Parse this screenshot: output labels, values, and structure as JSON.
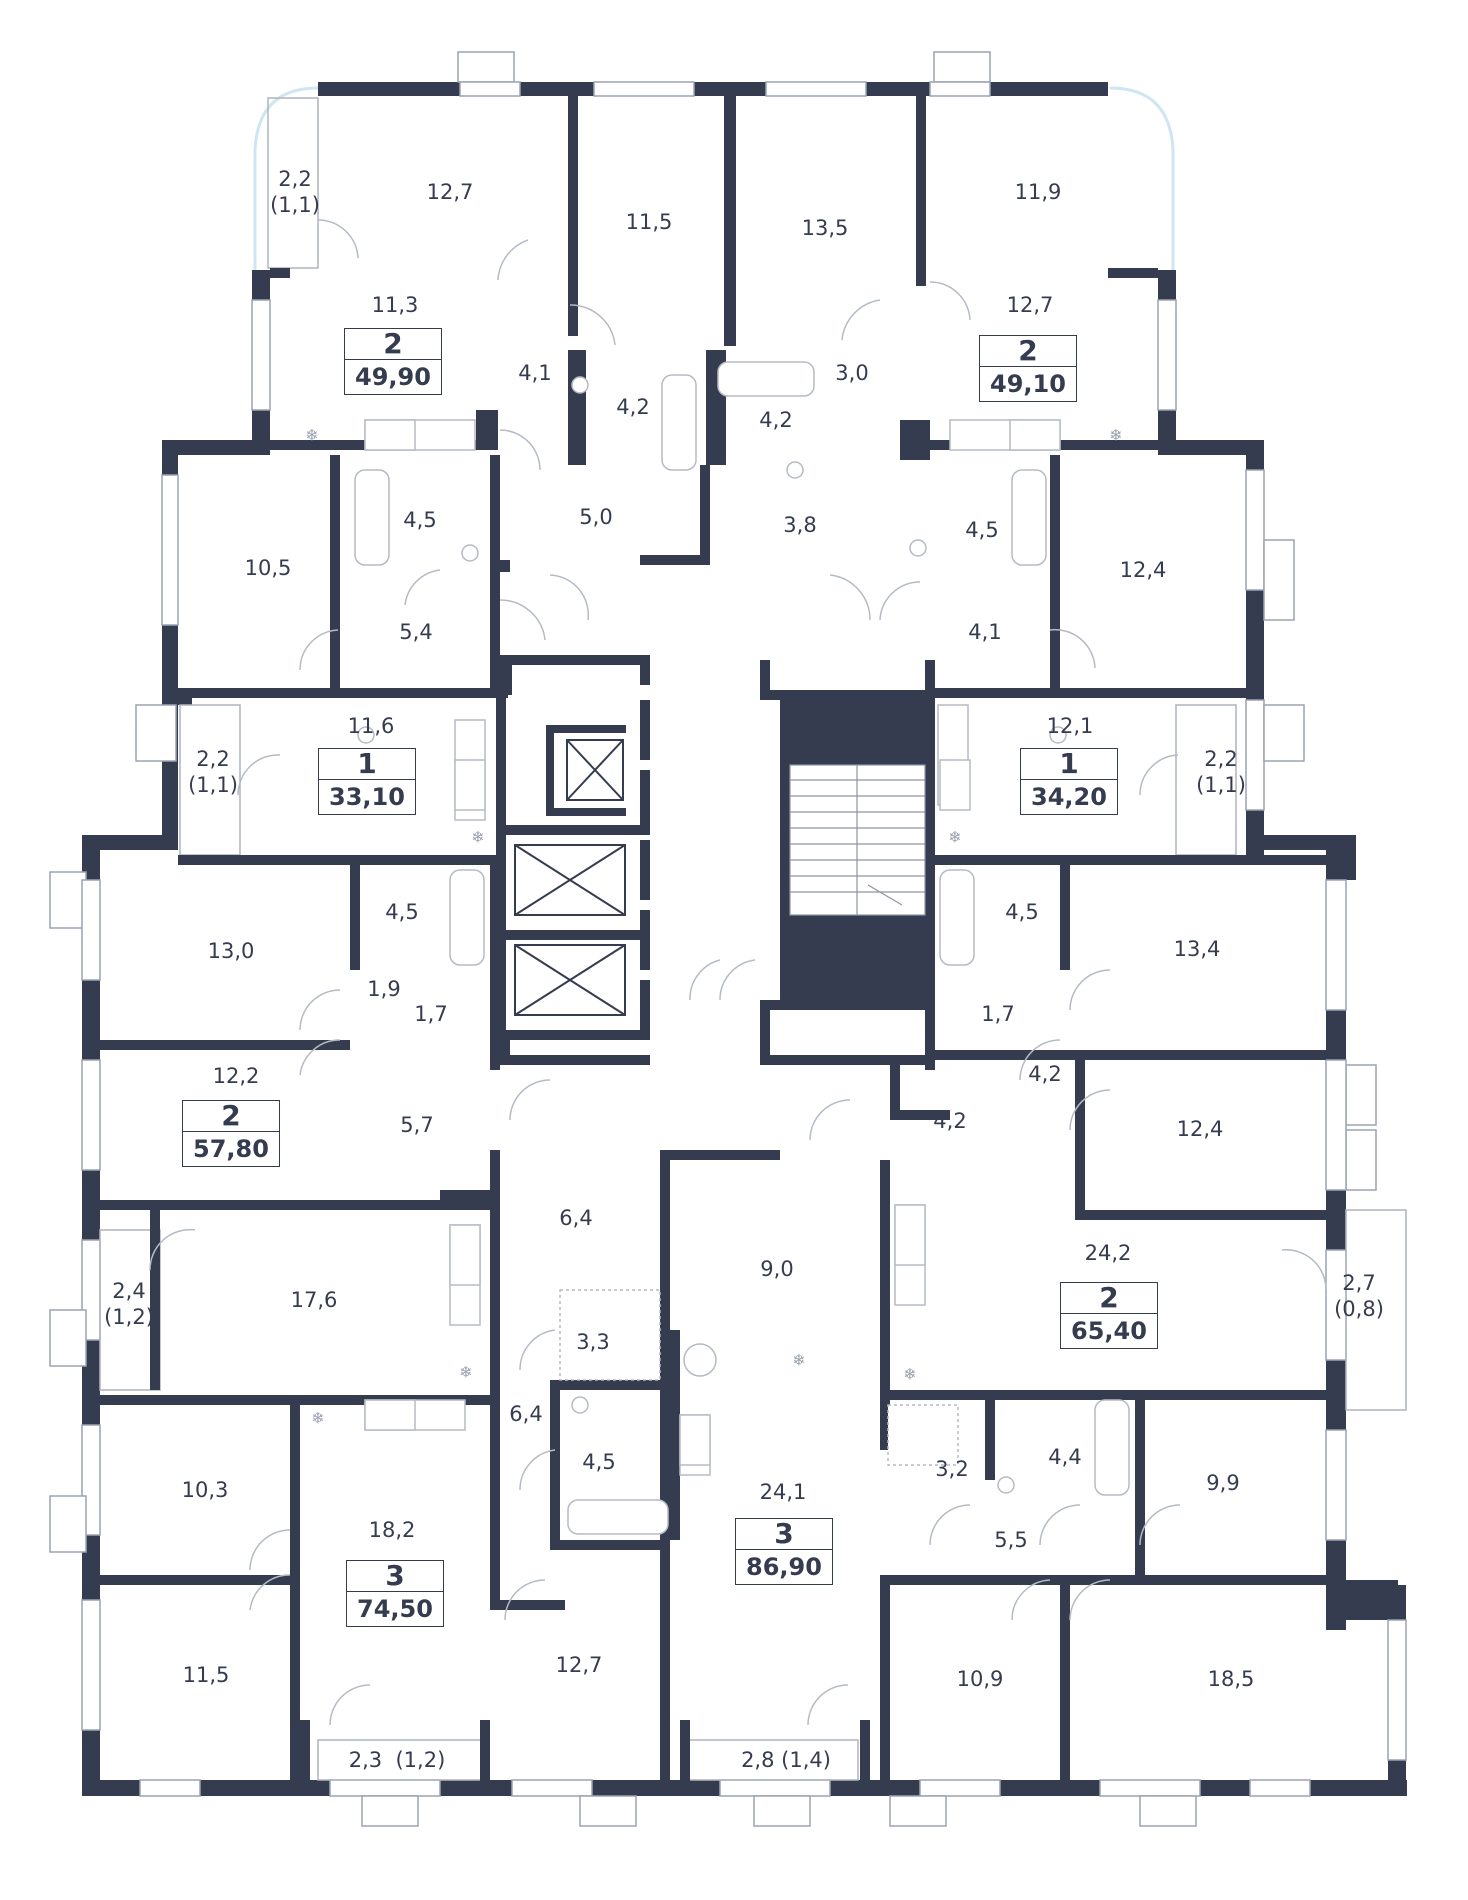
{
  "rooms": [
    {
      "id": "r1",
      "value": "12,7"
    },
    {
      "id": "r2",
      "value": "11,5"
    },
    {
      "id": "r3",
      "value": "13,5"
    },
    {
      "id": "r4",
      "value": "11,9"
    },
    {
      "id": "r5",
      "value": "2,2\n(1,1)"
    },
    {
      "id": "r6",
      "value": "11,3"
    },
    {
      "id": "r7",
      "value": "4,1"
    },
    {
      "id": "r8",
      "value": "4,2"
    },
    {
      "id": "r9",
      "value": "4,2"
    },
    {
      "id": "r10",
      "value": "3,0"
    },
    {
      "id": "r11",
      "value": "12,7"
    },
    {
      "id": "r12",
      "value": "10,5"
    },
    {
      "id": "r13",
      "value": "4,5"
    },
    {
      "id": "r14",
      "value": "5,0"
    },
    {
      "id": "r15",
      "value": "3,8"
    },
    {
      "id": "r16",
      "value": "4,5"
    },
    {
      "id": "r17",
      "value": "12,4"
    },
    {
      "id": "r18",
      "value": "5,4"
    },
    {
      "id": "r19",
      "value": "4,1"
    },
    {
      "id": "r20",
      "value": "11,6"
    },
    {
      "id": "r21",
      "value": "2,2\n(1,1)"
    },
    {
      "id": "r22",
      "value": "12,1"
    },
    {
      "id": "r23",
      "value": "2,2\n(1,1)"
    },
    {
      "id": "r24",
      "value": "13,0"
    },
    {
      "id": "r25",
      "value": "4,5"
    },
    {
      "id": "r26",
      "value": "4,5"
    },
    {
      "id": "r27",
      "value": "13,4"
    },
    {
      "id": "r28",
      "value": "1,9"
    },
    {
      "id": "r29",
      "value": "1,7"
    },
    {
      "id": "r30",
      "value": "1,7"
    },
    {
      "id": "r31",
      "value": "12,2"
    },
    {
      "id": "r32",
      "value": "5,7"
    },
    {
      "id": "r33",
      "value": "4,2"
    },
    {
      "id": "r34",
      "value": "4,2"
    },
    {
      "id": "r35",
      "value": "12,4"
    },
    {
      "id": "r36",
      "value": "6,4"
    },
    {
      "id": "r37",
      "value": "9,0"
    },
    {
      "id": "r38",
      "value": "24,2"
    },
    {
      "id": "r39",
      "value": "2,4\n(1,2)"
    },
    {
      "id": "r40",
      "value": "17,6"
    },
    {
      "id": "r41",
      "value": "3,3"
    },
    {
      "id": "r42",
      "value": "2,7\n(0,8)"
    },
    {
      "id": "r43",
      "value": "6,4"
    },
    {
      "id": "r44",
      "value": "4,5"
    },
    {
      "id": "r45",
      "value": "3,2"
    },
    {
      "id": "r46",
      "value": "4,4"
    },
    {
      "id": "r47",
      "value": "10,3"
    },
    {
      "id": "r48",
      "value": "18,2"
    },
    {
      "id": "r49",
      "value": "24,1"
    },
    {
      "id": "r50",
      "value": "9,9"
    },
    {
      "id": "r51",
      "value": "5,5"
    },
    {
      "id": "r52",
      "value": "11,5"
    },
    {
      "id": "r53",
      "value": "12,7"
    },
    {
      "id": "r54",
      "value": "10,9"
    },
    {
      "id": "r55",
      "value": "18,5"
    },
    {
      "id": "r56",
      "value": "2,3  (1,2)"
    },
    {
      "id": "r57",
      "value": "2,8 (1,4)"
    }
  ],
  "apartments": [
    {
      "rooms": "2",
      "total": "49,90"
    },
    {
      "rooms": "2",
      "total": "49,10"
    },
    {
      "rooms": "1",
      "total": "33,10"
    },
    {
      "rooms": "1",
      "total": "34,20"
    },
    {
      "rooms": "2",
      "total": "57,80"
    },
    {
      "rooms": "2",
      "total": "65,40"
    },
    {
      "rooms": "3",
      "total": "74,50"
    },
    {
      "rooms": "3",
      "total": "86,90"
    }
  ],
  "colors": {
    "wall": "#363c4f",
    "window": "#cfe6f2",
    "fixture": "#b5bbc4"
  },
  "icons": [
    "snowflake-icon",
    "door-swing-icon",
    "stairs-icon",
    "elevator-icon"
  ]
}
